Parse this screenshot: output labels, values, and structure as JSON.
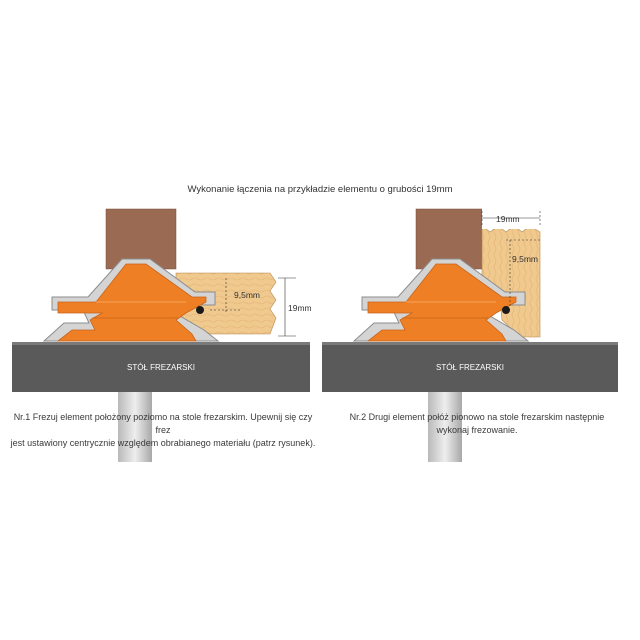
{
  "title": "Wykonanie łączenia na przykładzie elementu o grubości 19mm",
  "panels": [
    {
      "table_label": "STÓŁ FREZARSKI",
      "dim_a": "9,5mm",
      "dim_b": "19mm",
      "caption_line1": "Nr.1 Frezuj element położony poziomo na stole frezarskim. Upewnij się czy frez",
      "caption_line2": "jest ustawiony centrycznie względem obrabianego materiału (patrz rysunek)."
    },
    {
      "table_label": "STÓŁ FREZARSKI",
      "dim_a": "19mm",
      "dim_b": "9,5mm",
      "caption_line1": "Nr.2 Drugi element połóż pionowo na stole frezarskim następnie",
      "caption_line2": "wykonaj frezowanie."
    }
  ],
  "colors": {
    "orange": "#ee7f24",
    "orange_dark": "#c9641a",
    "steel": "#c9c9c9",
    "steel_dark": "#8c8c8c",
    "wood_end": "#9a6a52",
    "wood_light": "#f0c98e",
    "table": "#5a5a5a"
  }
}
